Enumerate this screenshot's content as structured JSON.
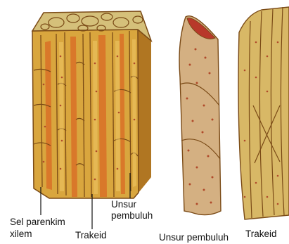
{
  "labels": {
    "parenchyma_line1": "Sel parenkim",
    "parenchyma_line2": "xilem",
    "tracheid_block": "Trakeid",
    "vessel_block_line1": "Unsur",
    "vessel_block_line2": "pembuluh",
    "vessel_element": "Unsur pembuluh",
    "tracheid_cell": "Trakeid"
  },
  "colors": {
    "tissue_face": "#d9a63e",
    "tissue_shadow": "#b07622",
    "tissue_wall": "#7a4a16",
    "cut_top": "#d5c07a",
    "orange_fill": "#d9782a",
    "vessel_cell": "#d4b082",
    "vessel_cell_shadow": "#b08c5c",
    "vessel_opening": "#b8382a",
    "pit_dots": "#b04a2a",
    "tracheid_cell": "#d8b866",
    "label_text": "#111111"
  }
}
